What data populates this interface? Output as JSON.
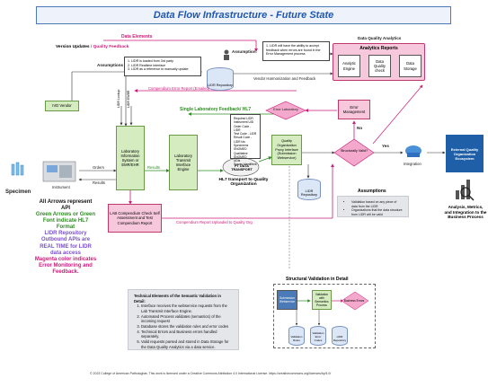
{
  "title": "Data Flow Infrastructure - Future State",
  "sections": {
    "data_elements": "Data Elements",
    "data_quality_analytics": "Data Quality Analytics",
    "version_updates": "Version Updates",
    "quality_feedback": "/ Quality Feedback",
    "structural_validation_detail": "Structural Validation in Detail"
  },
  "assumptions_top": {
    "label": "Assumptions",
    "items": [
      "1. LIDR is loaded from 3rd party",
      "2. LIDR Realtime interface",
      "3. LIDR as a reference to manually update"
    ]
  },
  "assumption_right": {
    "label": "Assumption:",
    "text": "1. LIDR will have the ability to accept feedback when errors are found in the Error Management process"
  },
  "lidr_repository_top": "LIDR Repository",
  "vendor_harmonization": "Vendor Harmonization and Feedback",
  "analytics": {
    "title": "Analytics Reports",
    "engine": "Analytic Engine",
    "quality_check": "Data Quality check",
    "storage": "Data Storage"
  },
  "ivd_vendor": "IVD Vendor",
  "lidr_lookup": "LIDR Lookup",
  "lidr_ewbr": "LIDR EWBR",
  "compendium_error": "Compendium Error Report (Emailed)",
  "single_lab_feedback": "Single Laboratory Feedback/ HL7",
  "error_lab_diamond": "Error Laboratory",
  "error_management": "Error Management",
  "yes_label": "Yes",
  "no_label": "No",
  "lis": "Laboratory Information System or EMR/EHR",
  "lab_transmit": "Laboratory Transmit Interface Engine",
  "results_label": "Results",
  "orders_label": "Orders",
  "results_left_label": "Results",
  "pt_data": "PT DATA TRANSPORT",
  "hl7_transport": "HL7 transport to Quality Organization",
  "fields_list": [
    "Required LIDR",
    "Instrument UID",
    "Order Code - LIDR",
    "Test Code - LIDR",
    "Result Code - LIDR Ids",
    "Specimens",
    "SNOMED",
    "Qualitative",
    "SNOMED",
    "UDIs",
    "Survey Identifiers"
  ],
  "quality_org": "Quality Organization Proxy Interface (Submission Webservice)",
  "structurally_valid": "Structurally Valid?",
  "lidr_repository_mid": "LIDR Repository",
  "integration": "Integration",
  "external_quality": "External Quality Organization Ecosystem",
  "analysis_caption": "Analysis, Metrics, and Integration to the Business Process",
  "specimen": "Specimen",
  "instrument": "Instrument",
  "lab_compendium": "LAB Compendium Check Self Assessment and Test Compendium Report",
  "compendium_uploaded": "Compendium Report Uploaded to Quality Org",
  "legend": {
    "line1": "All Arrows represent API",
    "line2": "Green Arrows or Green Font indicate HL7 Format",
    "line3": "LIDR Repository Outbound APIs are REAL TIME for LIDR data access",
    "line4": "Magenta color indicates Error Monitoring and Feedback."
  },
  "assumptions_bottom": {
    "title": "Assumptions",
    "items": [
      "Validation based on any piece of data from the LIDR",
      "Organizations that the data structure from LIDR will be valid"
    ]
  },
  "technical_elements": {
    "title": "Technical Elements of the Semantic Validation in Detail:",
    "items": [
      "Interface receives the webservice requests from the Lab Transmit Interface Engine.",
      "Automated Process validates (semantics) of the incoming request",
      "Database stores the validation rules and error codes",
      "Technical Errors and Business errors handled separately.",
      "Valid requests parsed and stored in Data Storage for the Data Quality Analytics via a data service."
    ]
  },
  "detail": {
    "submission": "Submission Webservice",
    "validation": "Validation with Semantics Process",
    "business_errors": "Business Errors",
    "rules_db": "Validation Rules",
    "errors_db": "Validation Error Codes",
    "lidr_db": "LIDR Repository"
  },
  "footer": "© 2023 College of American Pathologists. This work is licensed under a Creative Commons Attribution 4.0 International License. https://creativecommons.org/licenses/by/4.0/",
  "colors": {
    "magenta": "#cc1a7a",
    "green": "#2e8b22",
    "blue": "#1f5fa8",
    "title_blue": "#1f57b0"
  }
}
